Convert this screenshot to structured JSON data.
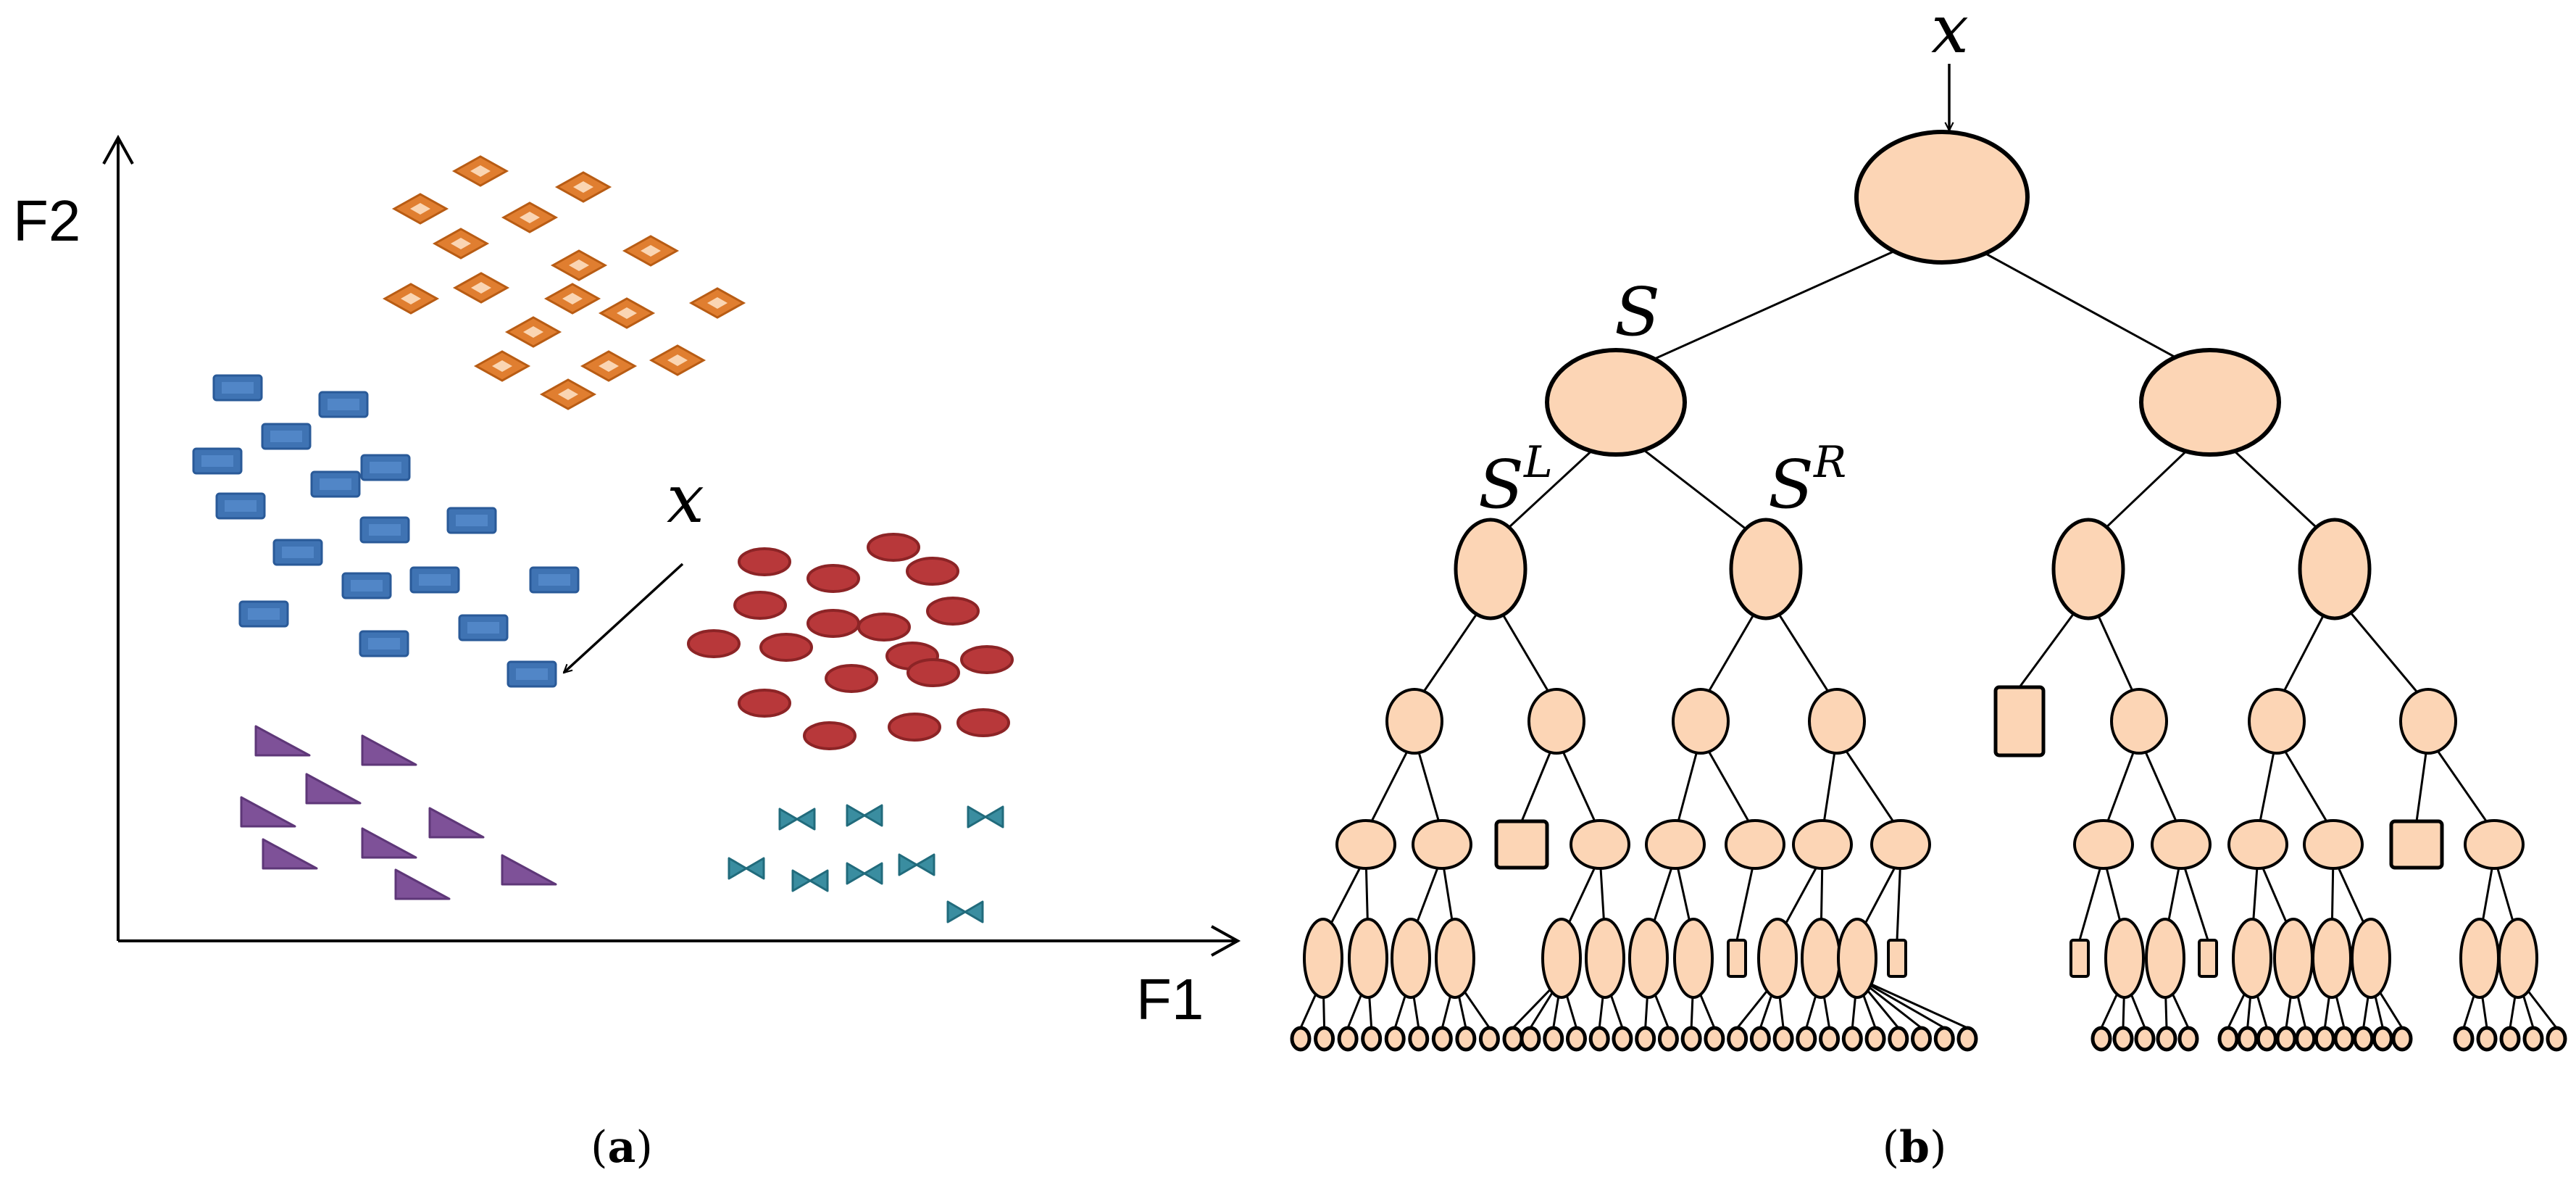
{
  "panel_a": {
    "axis_x_label": "F1",
    "axis_y_label": "F2",
    "query_label": "x",
    "caption_letter": "a",
    "colors": {
      "orange": "#E07E30",
      "orange_edge": "#B85C14",
      "orange_center": "#FAD5B3",
      "blue": "#3F73B3",
      "blue_edge": "#2A5A98",
      "red": "#B8383A",
      "red_edge": "#8C2426",
      "purple": "#7E5198",
      "purple_edge": "#5E3778",
      "teal": "#3A8DA0",
      "teal_edge": "#216B7C"
    },
    "icons": [
      "diamond-icon",
      "rectangle-icon",
      "ellipse-icon",
      "triangle-icon",
      "bowtie-icon"
    ]
  },
  "panel_b": {
    "root_input_label": "x",
    "node_label_S": "S",
    "node_label_SL_base": "S",
    "node_label_SL_sup": "L",
    "node_label_SR_base": "S",
    "node_label_SR_sup": "R",
    "caption_letter": "b",
    "colors": {
      "node_fill": "#FCD5B5",
      "node_stroke": "#000000"
    }
  }
}
